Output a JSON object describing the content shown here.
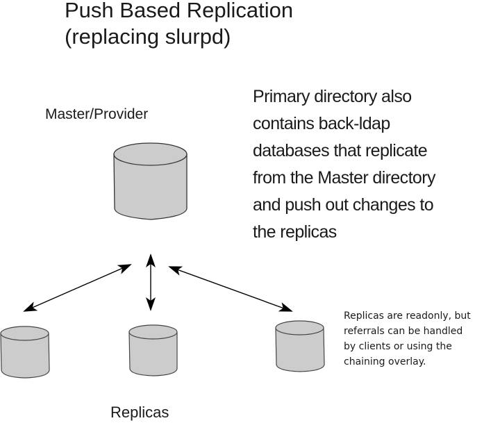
{
  "title": {
    "line1": "Push Based Replication",
    "line2": "(replacing slurpd)"
  },
  "master": {
    "label": "Master/Provider",
    "icon": "database-cylinder-icon"
  },
  "description": {
    "lines": [
      "Primary directory also",
      "contains back-ldap",
      "databases that replicate",
      "from the Master directory",
      "and push out changes to",
      "the replicas"
    ]
  },
  "replicas": {
    "label": "Replicas",
    "count": 3,
    "icon": "database-cylinder-icon"
  },
  "note": {
    "lines": [
      "Replicas are readonly, but",
      "referrals can be handled",
      "by clients or using the",
      "chaining overlay."
    ]
  },
  "arrows": [
    {
      "from": "master",
      "to": "replica-1",
      "type": "bidirectional"
    },
    {
      "from": "master",
      "to": "replica-2",
      "type": "bidirectional"
    },
    {
      "from": "master",
      "to": "replica-3",
      "type": "bidirectional"
    }
  ],
  "colors": {
    "cylinder_fill": "#cccccc",
    "cylinder_stroke": "#333333",
    "arrow": "#000000",
    "text": "#1a1a1a"
  }
}
